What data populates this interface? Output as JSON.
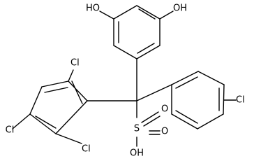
{
  "molecule": {
    "atoms": {
      "ho_top_left": "HO",
      "oh_top_right": "OH",
      "cl_upper": "Cl",
      "cl_left": "Cl",
      "cl_lower": "Cl",
      "cl_right": "Cl",
      "o_upper": "O",
      "o_right": "O",
      "oh_sulfo": "OH",
      "s_atom": "S"
    }
  }
}
